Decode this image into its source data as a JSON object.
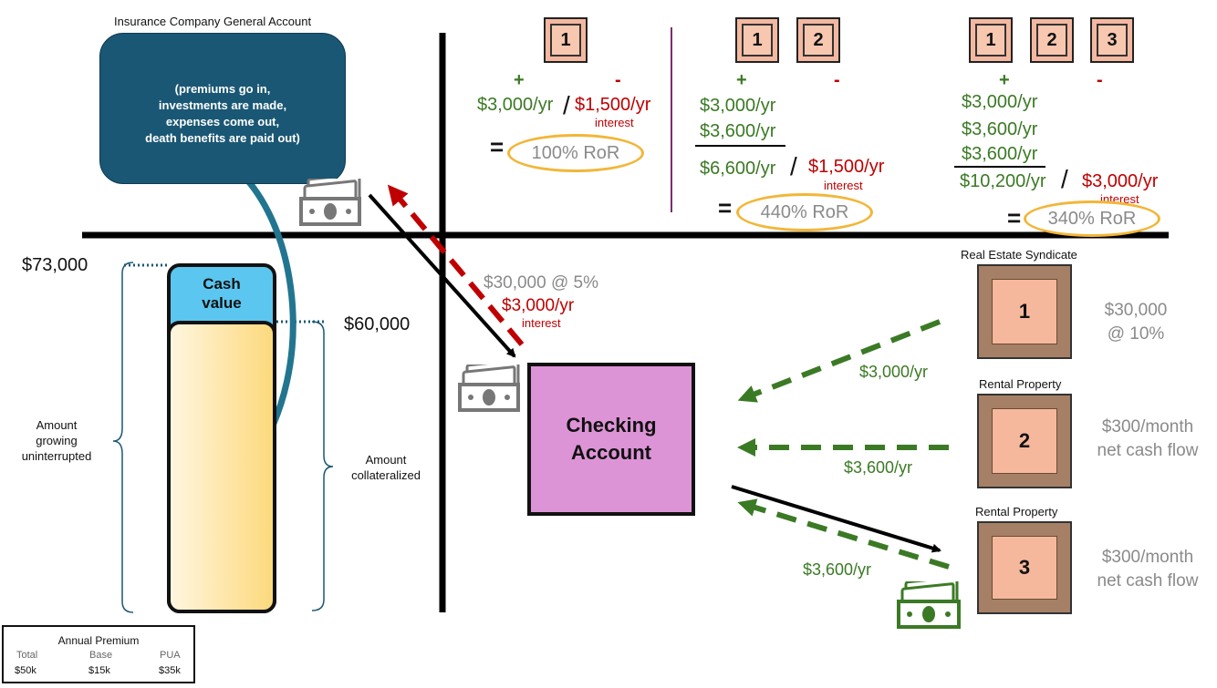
{
  "general_account": {
    "title": "Insurance Company General Account",
    "lines": [
      "(premiums go in,",
      "investments are made,",
      "expenses come out,",
      "death benefits are paid out)"
    ],
    "color": "#1a5774"
  },
  "policy": {
    "cash_value_label": "Cash value",
    "total_amount": "$73,000",
    "collateral_amount": "$60,000",
    "growing_label": [
      "Amount",
      "growing",
      "uninterrupted"
    ],
    "collateral_label": [
      "Amount",
      "collateralized"
    ],
    "cash_color": "#5bc6f0",
    "fill_color": "#fcd97c"
  },
  "loan": {
    "amount": "$30,000 @ 5%",
    "interest_amount": "$3,000/yr",
    "interest_word": "interest"
  },
  "checking": {
    "label": [
      "Checking",
      "Account"
    ],
    "color": "#dd94d6"
  },
  "investments": [
    {
      "num": "1",
      "title": "Real Estate Syndicate",
      "desc": [
        "$30,000",
        "@ 10%"
      ],
      "flow": "$3,000/yr"
    },
    {
      "num": "2",
      "title": "Rental Property",
      "desc": [
        "$300/month",
        "net cash flow"
      ],
      "flow": "$3,600/yr"
    },
    {
      "num": "3",
      "title": "Rental Property",
      "desc": [
        "$300/month",
        "net cash flow"
      ],
      "flow": "$3,600/yr"
    }
  ],
  "scenarios": [
    {
      "tiles": [
        "1"
      ],
      "plus": "+",
      "minus": "-",
      "gains": [
        "$3,000/yr"
      ],
      "total": "",
      "cost": "$1,500/yr",
      "cost_word": "interest",
      "equals": "=",
      "ror": "100% RoR"
    },
    {
      "tiles": [
        "1",
        "2"
      ],
      "plus": "+",
      "minus": "-",
      "gains": [
        "$3,000/yr",
        "$3,600/yr"
      ],
      "total": "$6,600/yr",
      "cost": "$1,500/yr",
      "cost_word": "interest",
      "equals": "=",
      "ror": "440% RoR"
    },
    {
      "tiles": [
        "1",
        "2",
        "3"
      ],
      "plus": "+",
      "minus": "-",
      "gains": [
        "$3,000/yr",
        "$3,600/yr",
        "$3,600/yr"
      ],
      "total": "$10,200/yr",
      "cost": "$3,000/yr",
      "cost_word": "interest",
      "equals": "=",
      "ror": "340% RoR"
    }
  ],
  "premium_table": {
    "title": "Annual Premium",
    "headers": [
      "Total",
      "Base",
      "PUA"
    ],
    "values": [
      "$50k",
      "$15k",
      "$35k"
    ]
  },
  "colors": {
    "green": "#3b7a25",
    "red": "#c00000",
    "gray": "#8a8a8a",
    "oval": "#f2b638"
  }
}
